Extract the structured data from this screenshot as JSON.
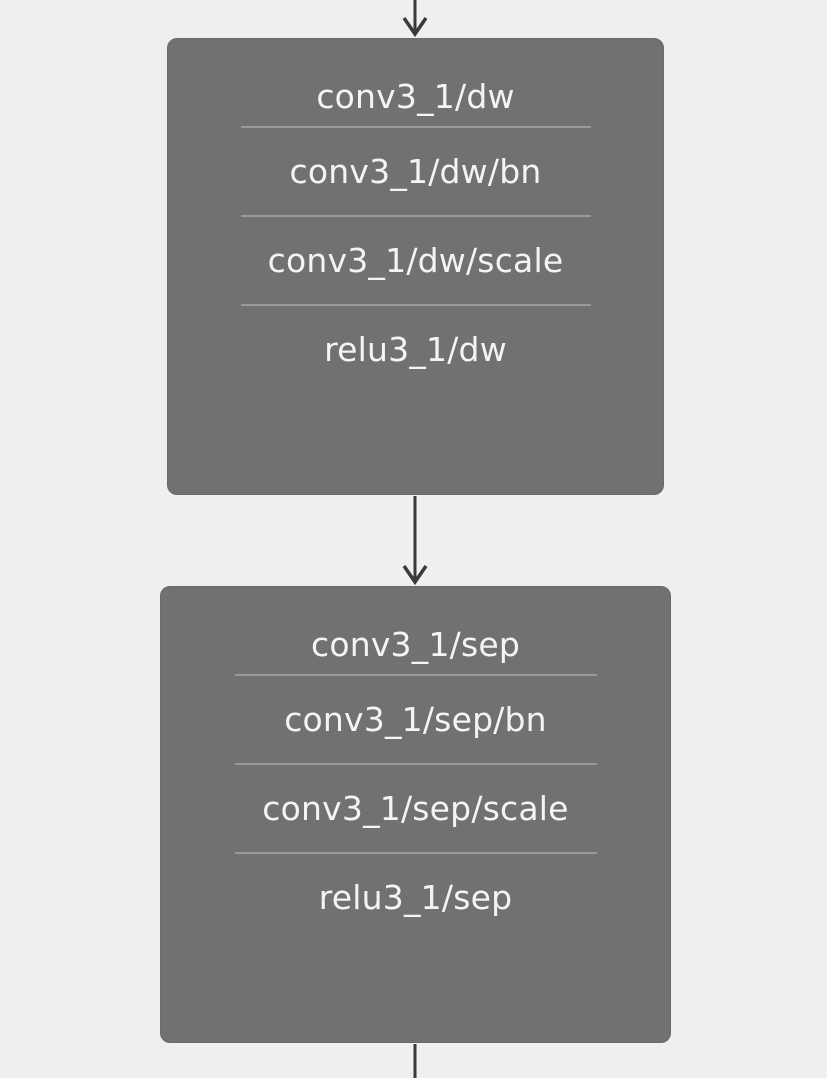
{
  "graph": {
    "colors": {
      "background": "#efefef",
      "node_fill": "#717171",
      "node_text": "#f4f4f4",
      "separator": "#9a9a9a",
      "edge": "#3a3a3a"
    },
    "nodes": [
      {
        "layers": [
          "conv3_1/dw",
          "conv3_1/dw/bn",
          "conv3_1/dw/scale",
          "relu3_1/dw"
        ]
      },
      {
        "layers": [
          "conv3_1/sep",
          "conv3_1/sep/bn",
          "conv3_1/sep/scale",
          "relu3_1/sep"
        ]
      }
    ]
  }
}
